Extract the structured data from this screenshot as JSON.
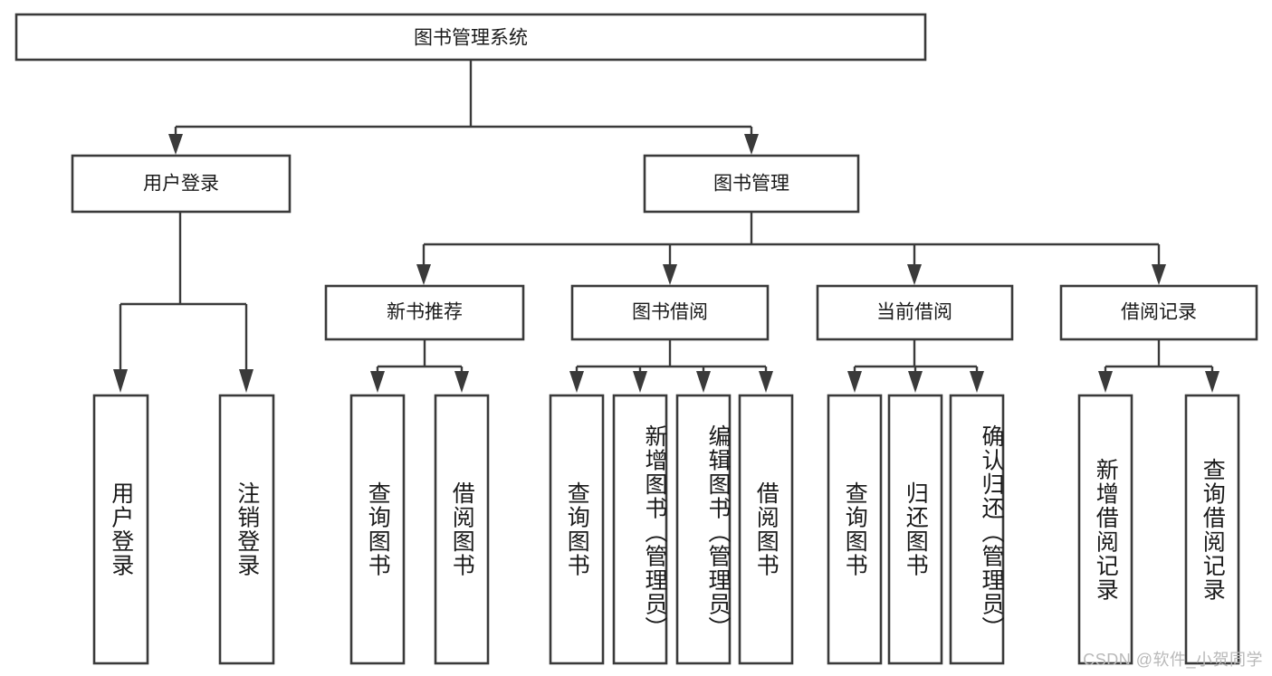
{
  "diagram": {
    "type": "tree",
    "title": "图书管理系统",
    "orientation": "top-down",
    "theme": {
      "box_fill": "#ffffff",
      "box_stroke": "#3a3a3a",
      "connector_color": "#3a3a3a",
      "text_color": "#1a1a1a",
      "background": "#ffffff",
      "watermark_color": "#b9b9b9"
    },
    "root": {
      "label": "图书管理系统"
    },
    "level1": [
      {
        "id": "user-login",
        "label": "用户登录"
      },
      {
        "id": "book-manage",
        "label": "图书管理"
      }
    ],
    "level2": [
      {
        "id": "new-book-recommend",
        "label": "新书推荐",
        "parent": "book-manage"
      },
      {
        "id": "book-borrow",
        "label": "图书借阅",
        "parent": "book-manage"
      },
      {
        "id": "current-borrow",
        "label": "当前借阅",
        "parent": "book-manage"
      },
      {
        "id": "borrow-record",
        "label": "借阅记录",
        "parent": "book-manage"
      }
    ],
    "leaves": {
      "user-login": [
        {
          "id": "leaf-user-login",
          "label": "用户登录"
        },
        {
          "id": "leaf-user-logout",
          "label": "注销登录"
        }
      ],
      "new-book-recommend": [
        {
          "id": "leaf-query-book-1",
          "label": "查询图书"
        },
        {
          "id": "leaf-borrow-book-1",
          "label": "借阅图书"
        }
      ],
      "book-borrow": [
        {
          "id": "leaf-query-book-2",
          "label": "查询图书"
        },
        {
          "id": "leaf-add-book",
          "label": "新增图书（管理员）"
        },
        {
          "id": "leaf-edit-book",
          "label": "编辑图书（管理员）"
        },
        {
          "id": "leaf-borrow-book-2",
          "label": "借阅图书"
        }
      ],
      "current-borrow": [
        {
          "id": "leaf-query-book-3",
          "label": "查询图书"
        },
        {
          "id": "leaf-return-book",
          "label": "归还图书"
        },
        {
          "id": "leaf-confirm-return",
          "label": "确认归还（管理员）"
        }
      ],
      "borrow-record": [
        {
          "id": "leaf-add-record",
          "label": "新增借阅记录"
        },
        {
          "id": "leaf-query-record",
          "label": "查询借阅记录"
        }
      ]
    }
  },
  "watermark": {
    "text": "CSDN @软件_小贺同学"
  }
}
